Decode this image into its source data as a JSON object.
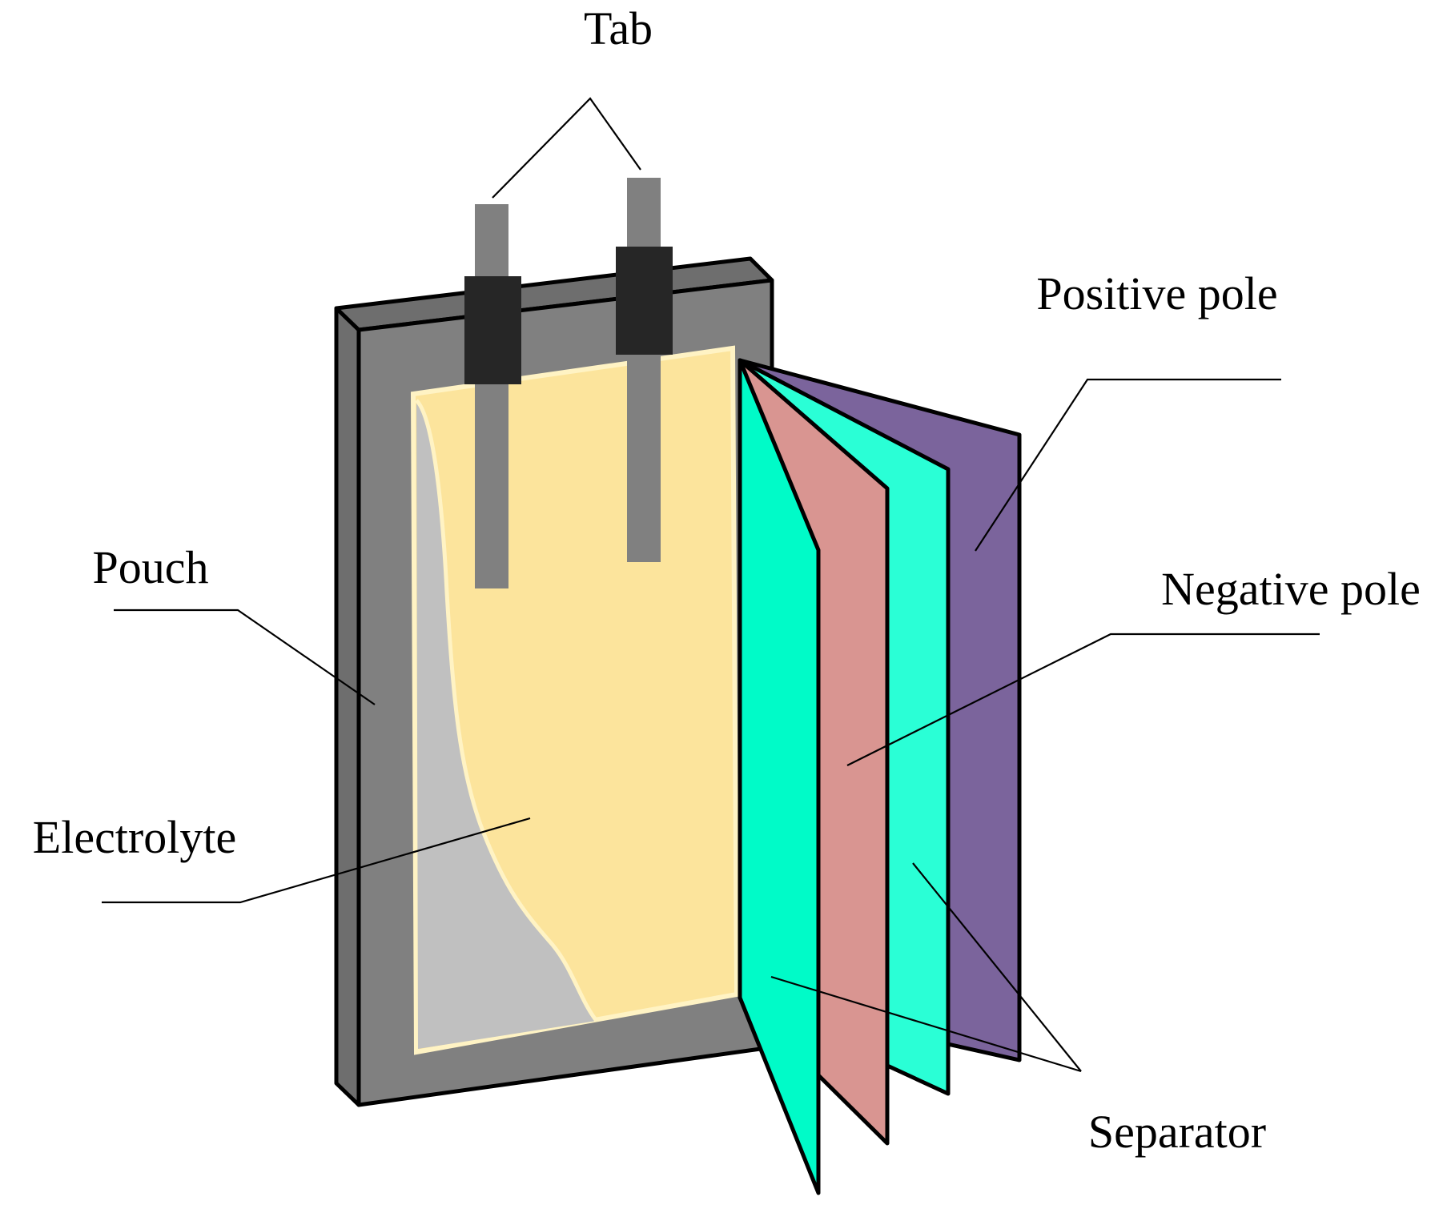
{
  "labels": {
    "tab": "Tab",
    "positive_pole": "Positive pole",
    "pouch": "Pouch",
    "negative_pole": "Negative pole",
    "electrolyte": "Electrolyte",
    "separator": "Separator"
  },
  "colors": {
    "pouch_front": "#808080",
    "pouch_side": "#6e6e6e",
    "electrolyte": "#fce49c",
    "electrolyte_edge": "#fff3c4",
    "electrolyte_shadow": "#c0c0c0",
    "tab_metal": "#808080",
    "tab_seal": "#262626",
    "separator": "#00fbc8",
    "separator_back": "#2affd6",
    "negative_pole": "#d99591",
    "positive_pole": "#7b649c"
  }
}
